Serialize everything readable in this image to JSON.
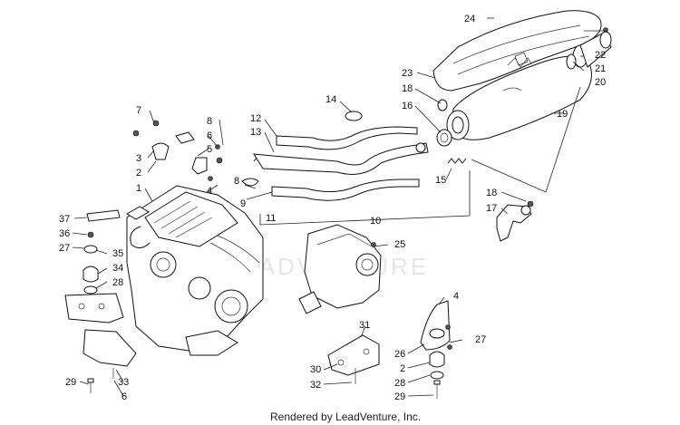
{
  "watermark": "LEADVENTURE",
  "footer": "Rendered by LeadVenture, Inc.",
  "callouts": {
    "c1": "1",
    "c2a": "2",
    "c2b": "2",
    "c3": "3",
    "c4a": "4",
    "c4b": "4",
    "c5": "5",
    "c6a": "6",
    "c6b": "6",
    "c7": "7",
    "c8": "8",
    "c9": "9",
    "c10": "10",
    "c11": "11",
    "c12": "12",
    "c13": "13",
    "c14": "14",
    "c15": "15",
    "c16": "16",
    "c17": "17",
    "c18a": "18",
    "c18b": "18",
    "c19": "19",
    "c20": "20",
    "c21": "21",
    "c22": "22",
    "c23": "23",
    "c24": "24",
    "c25": "25",
    "c26": "26",
    "c27a": "27",
    "c27b": "27",
    "c28a": "28",
    "c28b": "28",
    "c29a": "29",
    "c29b": "29",
    "c30": "30",
    "c31": "31",
    "c32": "32",
    "c33": "33",
    "c34": "34",
    "c35": "35",
    "c36": "36",
    "c37": "37"
  }
}
